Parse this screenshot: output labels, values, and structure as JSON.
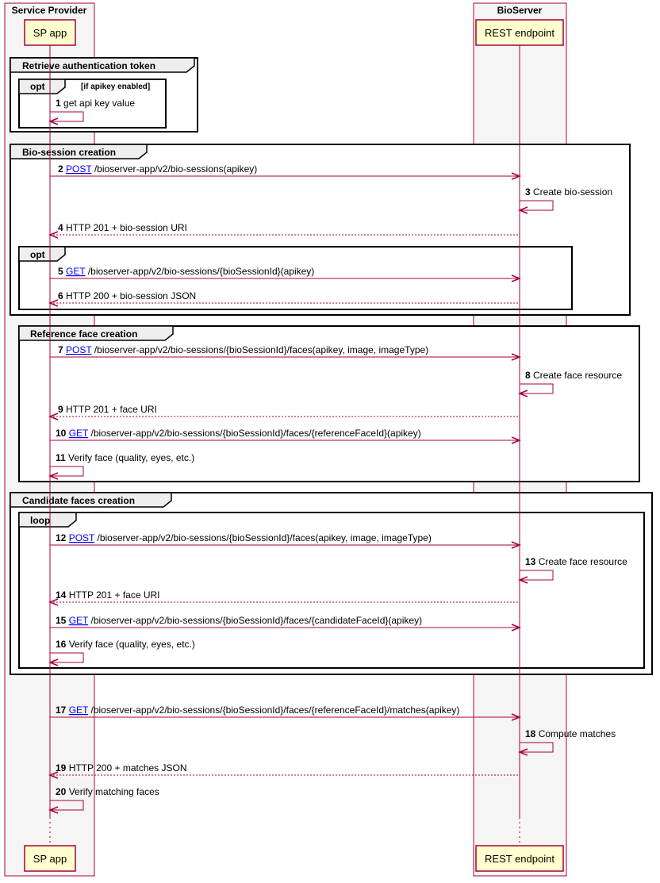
{
  "boxes": [
    {
      "title": "Service Provider",
      "participant": "SP app"
    },
    {
      "title": "BioServer",
      "participant": "REST endpoint"
    }
  ],
  "groups": [
    {
      "label": "Retrieve authentication token"
    },
    {
      "label": "opt",
      "guard": "[if apikey enabled]"
    },
    {
      "label": "Bio-session creation"
    },
    {
      "label": "opt",
      "guard": ""
    },
    {
      "label": "Reference face creation"
    },
    {
      "label": "Candidate faces creation"
    },
    {
      "label": "loop",
      "guard": ""
    }
  ],
  "messages": [
    {
      "n": "1",
      "verb": "",
      "text": "get api key value",
      "dir": "self-left",
      "dashed": false
    },
    {
      "n": "2",
      "verb": "POST",
      "text": "/bioserver-app/v2/bio-sessions(apikey)",
      "dir": "right",
      "dashed": false
    },
    {
      "n": "3",
      "verb": "",
      "text": "Create bio-session",
      "dir": "self-right",
      "dashed": false
    },
    {
      "n": "4",
      "verb": "",
      "text": "HTTP 201 + bio-session URI",
      "dir": "left",
      "dashed": true
    },
    {
      "n": "5",
      "verb": "GET",
      "text": "/bioserver-app/v2/bio-sessions/{bioSessionId}(apikey)",
      "dir": "right",
      "dashed": false
    },
    {
      "n": "6",
      "verb": "",
      "text": "HTTP 200 + bio-session JSON",
      "dir": "left",
      "dashed": true
    },
    {
      "n": "7",
      "verb": "POST",
      "text": "/bioserver-app/v2/bio-sessions/{bioSessionId}/faces(apikey, image, imageType)",
      "dir": "right",
      "dashed": false
    },
    {
      "n": "8",
      "verb": "",
      "text": "Create face resource",
      "dir": "self-right",
      "dashed": false
    },
    {
      "n": "9",
      "verb": "",
      "text": "HTTP 201 + face URI",
      "dir": "left",
      "dashed": true
    },
    {
      "n": "10",
      "verb": "GET",
      "text": "/bioserver-app/v2/bio-sessions/{bioSessionId}/faces/{referenceFaceId}(apikey)",
      "dir": "right",
      "dashed": false
    },
    {
      "n": "11",
      "verb": "",
      "text": "Verify face (quality, eyes, etc.)",
      "dir": "self-left",
      "dashed": false
    },
    {
      "n": "12",
      "verb": "POST",
      "text": "/bioserver-app/v2/bio-sessions/{bioSessionId}/faces(apikey, image, imageType)",
      "dir": "right",
      "dashed": false
    },
    {
      "n": "13",
      "verb": "",
      "text": "Create face resource",
      "dir": "self-right",
      "dashed": false
    },
    {
      "n": "14",
      "verb": "",
      "text": "HTTP 201 + face URI",
      "dir": "left",
      "dashed": true
    },
    {
      "n": "15",
      "verb": "GET",
      "text": "/bioserver-app/v2/bio-sessions/{bioSessionId}/faces/{candidateFaceId}(apikey)",
      "dir": "right",
      "dashed": false
    },
    {
      "n": "16",
      "verb": "",
      "text": "Verify face (quality, eyes, etc.)",
      "dir": "self-left",
      "dashed": false
    },
    {
      "n": "17",
      "verb": "GET",
      "text": "/bioserver-app/v2/bio-sessions/{bioSessionId}/faces/{referenceFaceId}/matches(apikey)",
      "dir": "right",
      "dashed": false
    },
    {
      "n": "18",
      "verb": "",
      "text": "Compute matches",
      "dir": "self-right",
      "dashed": false
    },
    {
      "n": "19",
      "verb": "",
      "text": "HTTP 200 + matches JSON",
      "dir": "left",
      "dashed": true
    },
    {
      "n": "20",
      "verb": "",
      "text": "Verify matching faces",
      "dir": "self-left",
      "dashed": false
    }
  ]
}
